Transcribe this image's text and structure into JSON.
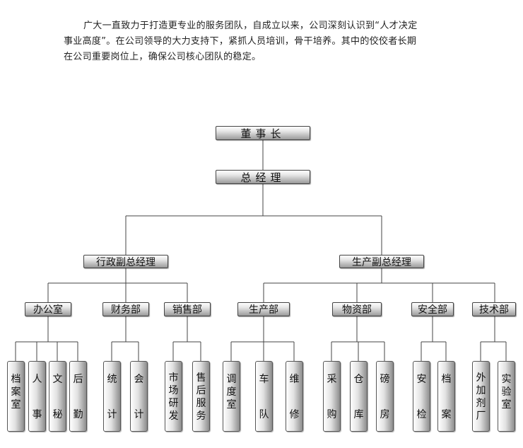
{
  "intro": {
    "line1": "广大一直致力于打造更专业的服务团队，自成立以来，公司深刻认识到“人才决定",
    "line2": "事业高度”。在公司领导的大力支持下，紧抓人员培训，骨干培养。其中的佼佼者长期",
    "line3": "在公司重要岗位上，确保公司核心团队的稳定。"
  },
  "org": {
    "chairman": "董事长",
    "gm": "总经理",
    "admin_vp": "行政副总经理",
    "prod_vp": "生产副总经理",
    "depts": {
      "office": "办公室",
      "finance": "财务部",
      "sales": "销售部",
      "production": "生产部",
      "materials": "物资部",
      "safety": "安全部",
      "tech": "技术部"
    },
    "units": {
      "u1": [
        "档",
        "案",
        "室"
      ],
      "u2": [
        "人",
        "事"
      ],
      "u3": [
        "文",
        "秘"
      ],
      "u4": [
        "后",
        "勤"
      ],
      "u5": [
        "统",
        "计"
      ],
      "u6": [
        "会",
        "计"
      ],
      "u7": [
        "市",
        "场",
        "研",
        "发"
      ],
      "u8": [
        "售",
        "后",
        "服",
        "务"
      ],
      "u9": [
        "调",
        "度",
        "室"
      ],
      "u10": [
        "车",
        "队"
      ],
      "u11": [
        "维",
        "修"
      ],
      "u12": [
        "采",
        "购"
      ],
      "u13": [
        "仓",
        "库"
      ],
      "u14": [
        "磅",
        "房"
      ],
      "u15": [
        "安",
        "检"
      ],
      "u16": [
        "档",
        "案"
      ],
      "u17": [
        "外",
        "加",
        "剂",
        "厂"
      ],
      "u18": [
        "实",
        "验",
        "室"
      ]
    }
  }
}
